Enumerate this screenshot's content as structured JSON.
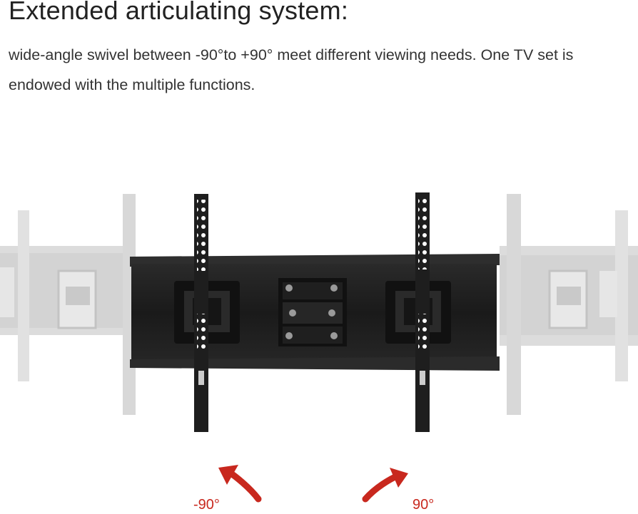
{
  "heading": {
    "title": "Extended articulating system:"
  },
  "description": {
    "text": "wide-angle swivel between -90°to +90° meet different viewing needs. One TV set is endowed with the multiple functions."
  },
  "rotation": {
    "left_label": "-90°",
    "right_label": "90°"
  },
  "colors": {
    "mount_dark": "#1c1c1c",
    "mount_ghost": "#d6d6d6",
    "arrow_red": "#c8281e",
    "text": "#333333"
  },
  "icons": {
    "left_arrow": "curved-arrow-up-left-icon",
    "right_arrow": "curved-arrow-up-right-icon"
  }
}
